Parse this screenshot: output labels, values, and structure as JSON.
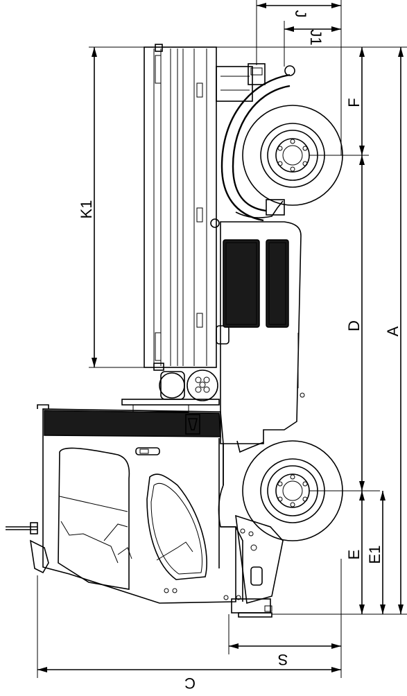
{
  "figure": {
    "dimension_labels": {
      "A": "A",
      "C": "C",
      "D": "D",
      "E": "E",
      "E1": "E1",
      "F": "F",
      "J": "J",
      "J1": "J1",
      "K1": "K1",
      "S": "S"
    },
    "colors": {
      "line": "#000000",
      "window": "#1a1a1a",
      "background": "#ffffff"
    }
  }
}
